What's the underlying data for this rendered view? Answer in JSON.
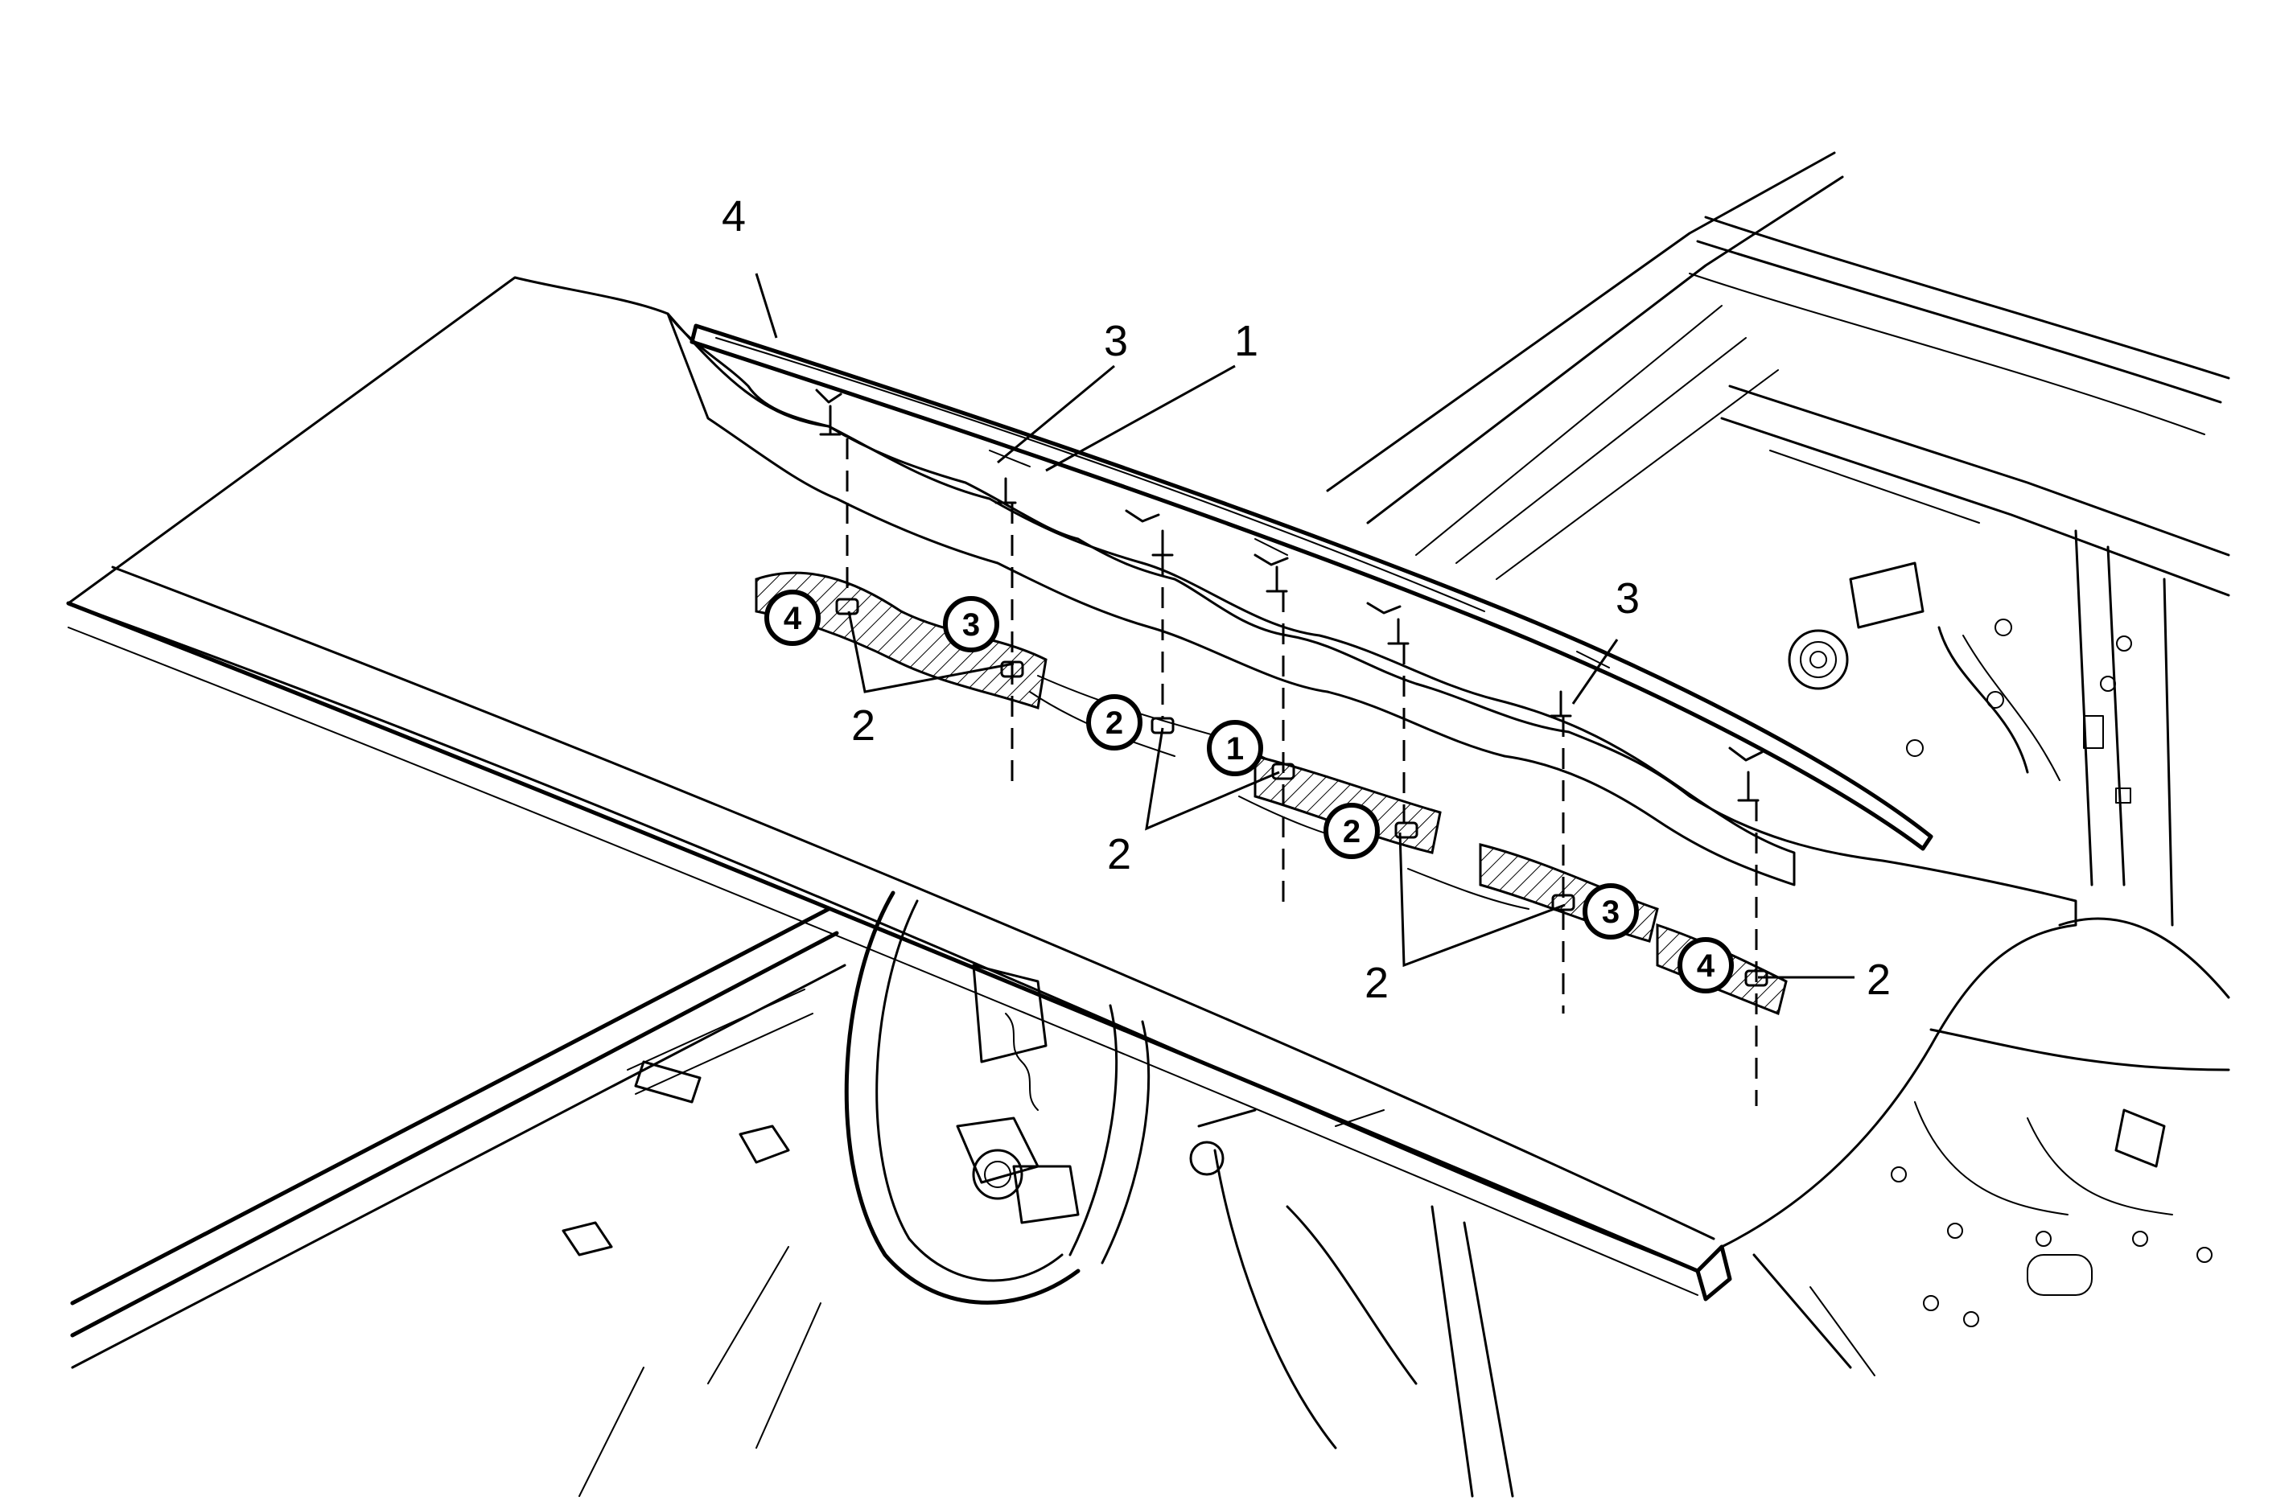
{
  "figure": {
    "callouts": {
      "c4_top": "4",
      "c3_top": "3",
      "c1_top": "1",
      "c3_right": "3",
      "c2_a": "2",
      "c2_b": "2",
      "c2_c": "2",
      "c2_d": "2"
    },
    "sequence": {
      "s4_left": "4",
      "s3_left": "3",
      "s2_left": "2",
      "s1_mid": "1",
      "s2_mid": "2",
      "s3_right": "3",
      "s4_right": "4"
    }
  }
}
